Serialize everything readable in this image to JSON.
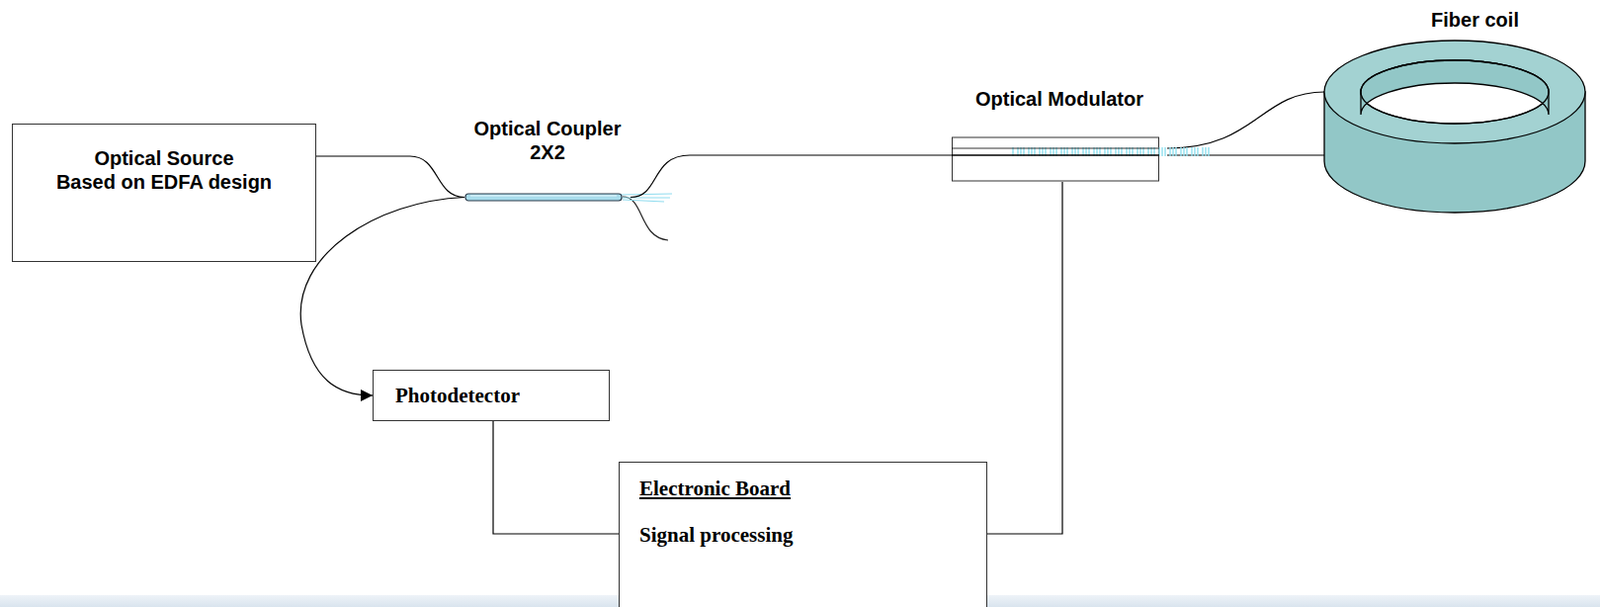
{
  "diagram": {
    "nodes": [
      {
        "text": [
          "Optical Source",
          "Based on EDFA design"
        ]
      },
      {
        "text": [
          "Optical Coupler",
          "2X2"
        ]
      },
      {
        "text": [
          "Optical Modulator"
        ]
      },
      {
        "text": [
          "Fiber coil"
        ]
      },
      {
        "text": [
          "Photodetector"
        ]
      },
      {
        "text": [
          "Electronic Board",
          "Signal processing"
        ]
      }
    ],
    "edges": [
      {
        "from": 0,
        "to": 1,
        "arrow": "none"
      },
      {
        "from": 1,
        "to": 4,
        "arrow": "to"
      },
      {
        "from": 1,
        "to": 2,
        "arrow": "none"
      },
      {
        "from": 2,
        "to": 3,
        "arrow": "none"
      },
      {
        "from": 2,
        "to": 3,
        "arrow": "none"
      },
      {
        "from": 4,
        "to": 5,
        "arrow": "none"
      },
      {
        "from": 5,
        "to": 2,
        "arrow": "none"
      }
    ]
  }
}
